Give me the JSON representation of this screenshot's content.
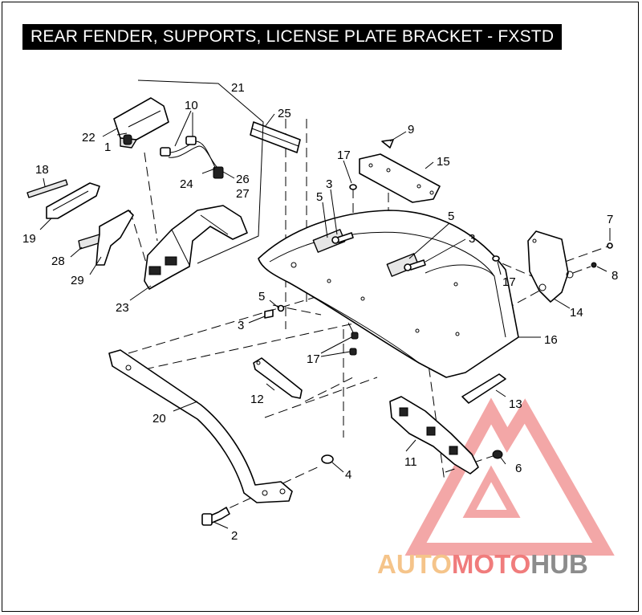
{
  "title": "REAR FENDER, SUPPORTS, LICENSE PLATE BRACKET - FXSTD",
  "callouts": {
    "c1": "1",
    "c2": "2",
    "c3a": "3",
    "c3b": "3",
    "c3c": "3",
    "c4": "4",
    "c5a": "5",
    "c5b": "5",
    "c5c": "5",
    "c6": "6",
    "c7": "7",
    "c8": "8",
    "c9": "9",
    "c10": "10",
    "c11": "11",
    "c12": "12",
    "c13": "13",
    "c14": "14",
    "c15": "15",
    "c16": "16",
    "c17a": "17",
    "c17b": "17",
    "c17c": "17",
    "c18": "18",
    "c19": "19",
    "c20": "20",
    "c21": "21",
    "c22": "22",
    "c23": "23",
    "c24": "24",
    "c25": "25",
    "c26": "26",
    "c27": "27",
    "c28": "28",
    "c29": "29"
  },
  "watermark": {
    "part1": "AUTO",
    "part2": "MOTO",
    "part3": "HUB",
    "color_auto": "#f5c48a",
    "color_moto": "#f07c7c",
    "color_hub": "#8c8c8c",
    "logo_color": "#f08a8a"
  }
}
